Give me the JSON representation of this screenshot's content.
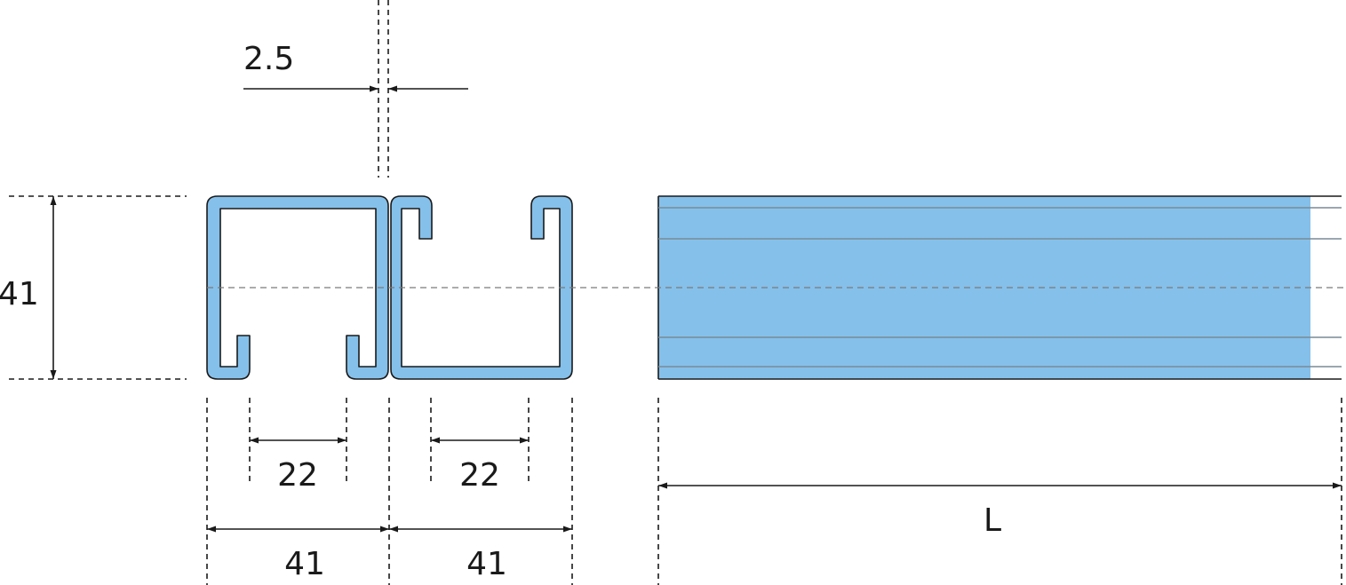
{
  "dimensions": {
    "wall_thickness": "2.5",
    "height": "41",
    "slot_left": "22",
    "slot_right": "22",
    "width_left": "41",
    "width_right": "41",
    "length": "L"
  },
  "colors": {
    "profile_fill": "#85c0ea",
    "line": "#1a1a1a",
    "edge_line": "#7a8a96"
  }
}
